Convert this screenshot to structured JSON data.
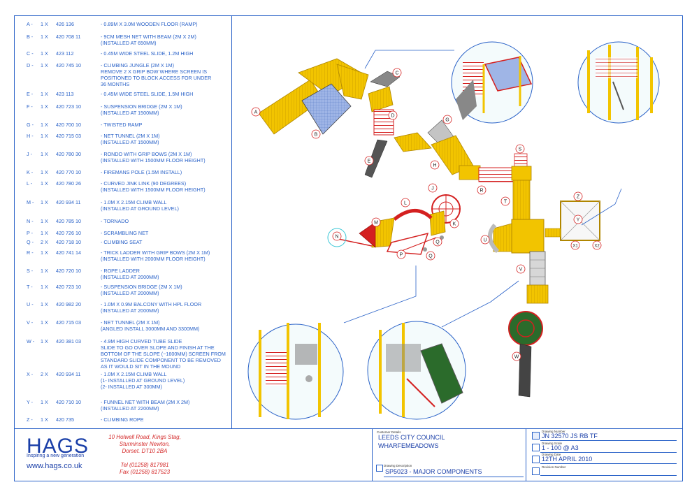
{
  "components": [
    {
      "letter": "A -",
      "qty": "1 X",
      "code": "426 136",
      "desc": "- 0.89M X 3.0M WOODEN FLOOR (RAMP)"
    },
    {
      "letter": "B -",
      "qty": "1 X",
      "code": "420 708 11",
      "desc": "- 9CM MESH NET WITH BEAM (2M X 2M)\n(INSTALLED AT 650MM)"
    },
    {
      "letter": "C -",
      "qty": "1 X",
      "code": "423 112",
      "desc": "- 0.45M WIDE STEEL SLIDE, 1.2M HIGH"
    },
    {
      "letter": "D -",
      "qty": "1 X",
      "code": "420 745 10",
      "desc": "- CLIMBING JUNGLE (2M X 1M)\nREMOVE 2 X GRIP BOW WHERE SCREEN IS\nPOSITIONED TO BLOCK ACCESS FOR UNDER\n36 MONTHS"
    },
    {
      "letter": "E -",
      "qty": "1 X",
      "code": "423 113",
      "desc": "- 0.45M WIDE STEEL SLIDE, 1.5M HIGH"
    },
    {
      "letter": "F -",
      "qty": "1 X",
      "code": "420 723 10",
      "desc": "- SUSPENSION BRIDGE (2M X 1M)\n(INSTALLED AT 1500MM)"
    },
    {
      "letter": "G -",
      "qty": "1 X",
      "code": "420 700 10",
      "desc": "- TWISTED RAMP"
    },
    {
      "letter": "H -",
      "qty": "1 X",
      "code": "420 715 03",
      "desc": "- NET TUNNEL (2M X 1M)\n(INSTALLED AT 1500MM)"
    },
    {
      "letter": "J -",
      "qty": "1 X",
      "code": "420 780 30",
      "desc": "- RONDO WITH GRIP BOWS (2M X 1M)\n(INSTALLED WITH 1500MM FLOOR HEIGHT)"
    },
    {
      "letter": "K -",
      "qty": "1 X",
      "code": "420 770 10",
      "desc": "- FIREMANS POLE (1.5M INSTALL)"
    },
    {
      "letter": "L -",
      "qty": "1 X",
      "code": "420 780 26",
      "desc": "- CURVED JINK LINK (90 DEGREES)\n(INSTALLED WITH 1500MM FLOOR HEIGHT)"
    },
    {
      "letter": "M -",
      "qty": "1 X",
      "code": "420 934 11",
      "desc": "- 1.0M X 2.15M CLIMB WALL\n(INSTALLED AT GROUND LEVEL)"
    },
    {
      "letter": "N -",
      "qty": "1 X",
      "code": "420 785 10",
      "desc": "- TORNADO"
    },
    {
      "letter": "P -",
      "qty": "1 X",
      "code": "420 726 10",
      "desc": "- SCRAMBLING NET"
    },
    {
      "letter": "Q -",
      "qty": "2 X",
      "code": "420 718 10",
      "desc": "- CLIMBING SEAT"
    },
    {
      "letter": "R -",
      "qty": "1 X",
      "code": "420 741 14",
      "desc": "- TRICK LADDER WITH GRIP BOWS (2M X 1M)\n(INSTALLED WITH 2000MM FLOOR HEIGHT)"
    },
    {
      "letter": "S -",
      "qty": "1 X",
      "code": "420 720 10",
      "desc": "- ROPE LADDER\n(INSTALLED AT 2000MM)"
    },
    {
      "letter": "T -",
      "qty": "1 X",
      "code": "420 723 10",
      "desc": "- SUSPENSION BRIDGE (2M X 1M)\n(INSTALLED AT 2000MM)"
    },
    {
      "letter": "U -",
      "qty": "1 X",
      "code": "420 982 20",
      "desc": "- 1.0M X 0.9M BALCONY WITH HPL FLOOR\n(INSTALLED AT 2000MM)"
    },
    {
      "letter": "V -",
      "qty": "1 X",
      "code": "420 715 03",
      "desc": "- NET TUNNEL (2M X 1M)\n(ANGLED INSTALL 3000MM AND 3300MM)"
    },
    {
      "letter": "W -",
      "qty": "1 X",
      "code": "420 381 03",
      "desc": "- 4.9M HIGH CURVED TUBE SLIDE\nSLIDE TO GO OVER SLOPE AND FINISH AT THE\nBOTTOM OF THE SLOPE (~1600MM) SCREEN FROM\nSTANDARD SLIDE COMPONENT TO BE REMOVED\nAS IT WOULD SIT IN THE MOUND"
    },
    {
      "letter": "X -",
      "qty": "2 X",
      "code": "420 934 11",
      "desc": "- 1.0M X 2.15M CLIMB WALL\n(1- INSTALLED AT GROUND LEVEL)\n(2- INSTALLED AT 300MM)"
    },
    {
      "letter": "Y -",
      "qty": "1 X",
      "code": "420 710 10",
      "desc": "- FUNNEL NET WITH BEAM (2M X 2M)\n(INSTALLED AT 2200MM)"
    },
    {
      "letter": "Z -",
      "qty": "1 X",
      "code": "420 735",
      "desc": "- CLIMBING ROPE"
    }
  ],
  "company": {
    "logo": "HAGS",
    "tagline": "Inspiring a new generation",
    "website": "www.hags.co.uk",
    "address": "10 Holwell Road, Kings Stag,\nSturminster Newton,\nDorset. DT10 2BA\n\nTel (01258) 817981\nFax (01258) 817523"
  },
  "titleblock": {
    "customer_label": "Customer Details",
    "customer": "LEEDS CITY COUNCIL",
    "site": "WHARFEMEADOWS",
    "description_label": "Drawing Description",
    "description": "SP5023 - MAJOR COMPONENTS",
    "number_label": "Drawing Number",
    "number": "JN 32570 JS RB TF",
    "scale_label": "Drawing Scale",
    "scale": "1 - 100 @ A3",
    "date_label": "Drawing Date",
    "date": "12TH APRIL 2010",
    "revision_label": "Revision Number"
  },
  "labels": [
    "A",
    "B",
    "C",
    "D",
    "E",
    "G",
    "H",
    "J",
    "K",
    "L",
    "M",
    "N",
    "P",
    "Q",
    "Q",
    "R",
    "S",
    "T",
    "U",
    "V",
    "W",
    "X1",
    "X2",
    "Y",
    "Z"
  ],
  "colors": {
    "line": "#2a62c8",
    "timber": "#f2c400",
    "red": "#d42020",
    "teal": "#39c6d6",
    "grey": "#8a8a8a"
  }
}
